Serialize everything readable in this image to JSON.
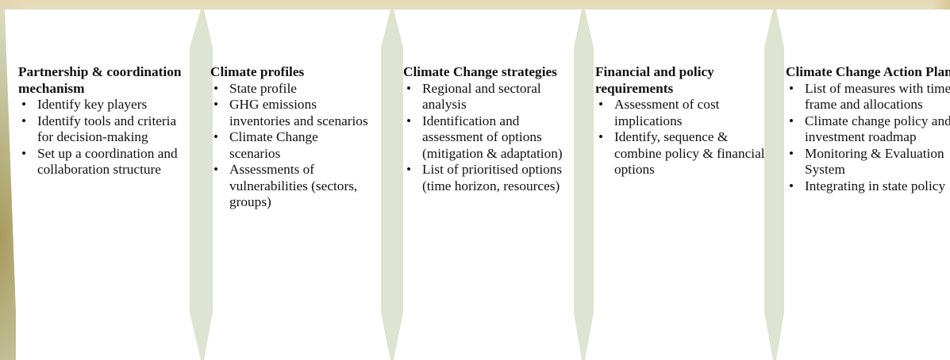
{
  "steps": [
    {
      "title": "Partnership & coordination mechanism",
      "items": [
        "Identify key players",
        "Identify tools and criteria for decision-making",
        "Set up a coordination and collaboration structure"
      ]
    },
    {
      "title": "Climate profiles",
      "items": [
        "State profile",
        "GHG emissions inventories and scenarios",
        "Climate Change scenarios",
        "Assessments of vulnerabilities (sectors, groups)"
      ]
    },
    {
      "title": "Climate Change strategies",
      "items": [
        "Regional and sectoral analysis",
        "Identification and assessment of options (mitigation & adaptation)",
        "List of prioritised options (time horizon, resources)"
      ]
    },
    {
      "title": "Financial and policy requirements",
      "items": [
        "Assessment of cost implications",
        "Identify, sequence & combine policy & financial options"
      ]
    },
    {
      "title": "Climate Change Action Plan",
      "items": [
        "List of measures with time frame and allocations",
        "Climate change policy and investment roadmap",
        "Monitoring & Evaluation System",
        "Integrating in state policy"
      ]
    }
  ]
}
